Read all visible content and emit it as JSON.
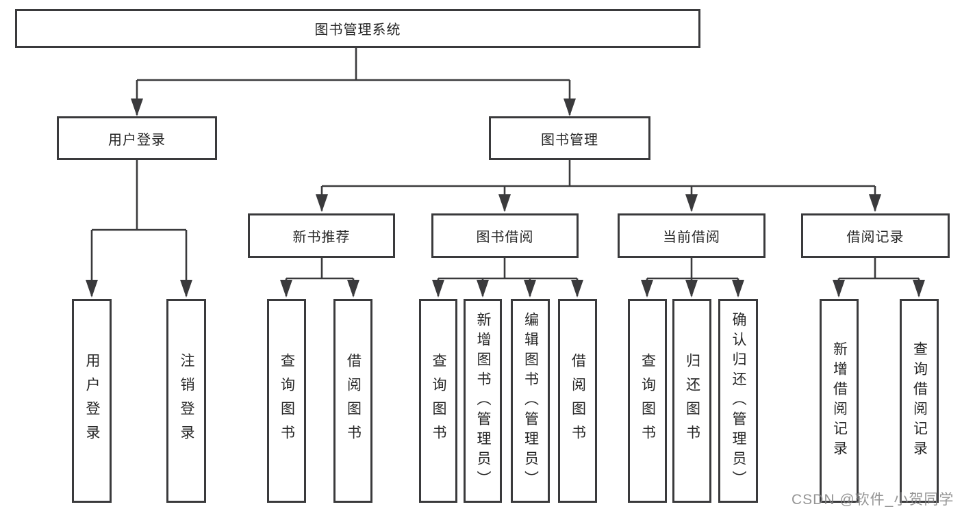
{
  "tree": {
    "label": "图书管理系统",
    "children": [
      {
        "label": "用户登录",
        "children": [
          {
            "label": "用户登录"
          },
          {
            "label": "注销登录"
          }
        ]
      },
      {
        "label": "图书管理",
        "children": [
          {
            "label": "新书推荐",
            "children": [
              {
                "label": "查询图书"
              },
              {
                "label": "借阅图书"
              }
            ]
          },
          {
            "label": "图书借阅",
            "children": [
              {
                "label": "查询图书"
              },
              {
                "label": "新增图书（管理员）"
              },
              {
                "label": "编辑图书（管理员）"
              },
              {
                "label": "借阅图书"
              }
            ]
          },
          {
            "label": "当前借阅",
            "children": [
              {
                "label": "查询图书"
              },
              {
                "label": "归还图书"
              },
              {
                "label": "确认归还（管理员）"
              }
            ]
          },
          {
            "label": "借阅记录",
            "children": [
              {
                "label": "新增借阅记录"
              },
              {
                "label": "查询借阅记录"
              }
            ]
          }
        ]
      }
    ]
  },
  "watermark": "CSDN @软件_小贺同学",
  "colors": {
    "line": "#3a3a3c",
    "text": "#262626",
    "box_background": "#ffffff",
    "watermark": "#828282"
  }
}
